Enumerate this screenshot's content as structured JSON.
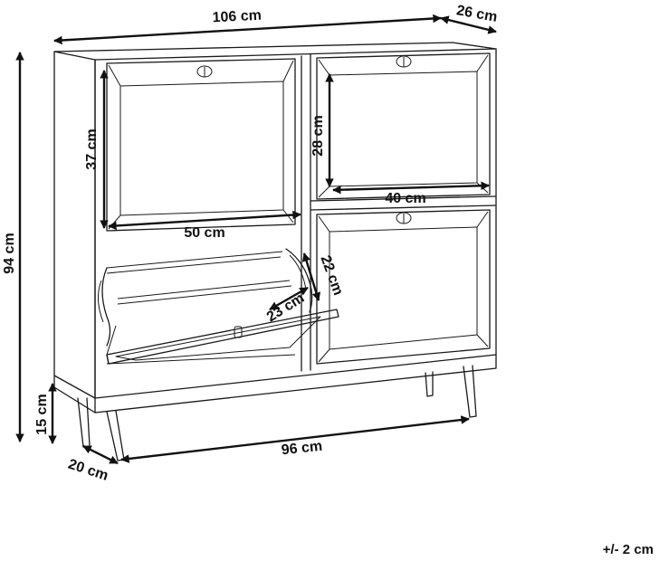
{
  "dimensions": {
    "width_top": "106 cm",
    "depth_top": "26 cm",
    "height_total": "94 cm",
    "height_legs": "15 cm",
    "depth_base": "20 cm",
    "width_legs": "96 cm",
    "left_door_height": "37 cm",
    "left_door_width": "50 cm",
    "right_door_height": "28 cm",
    "right_door_width": "40 cm",
    "shelf_depth": "23 cm",
    "shelf_height": "22 cm"
  },
  "tolerance": "+/- 2 cm"
}
